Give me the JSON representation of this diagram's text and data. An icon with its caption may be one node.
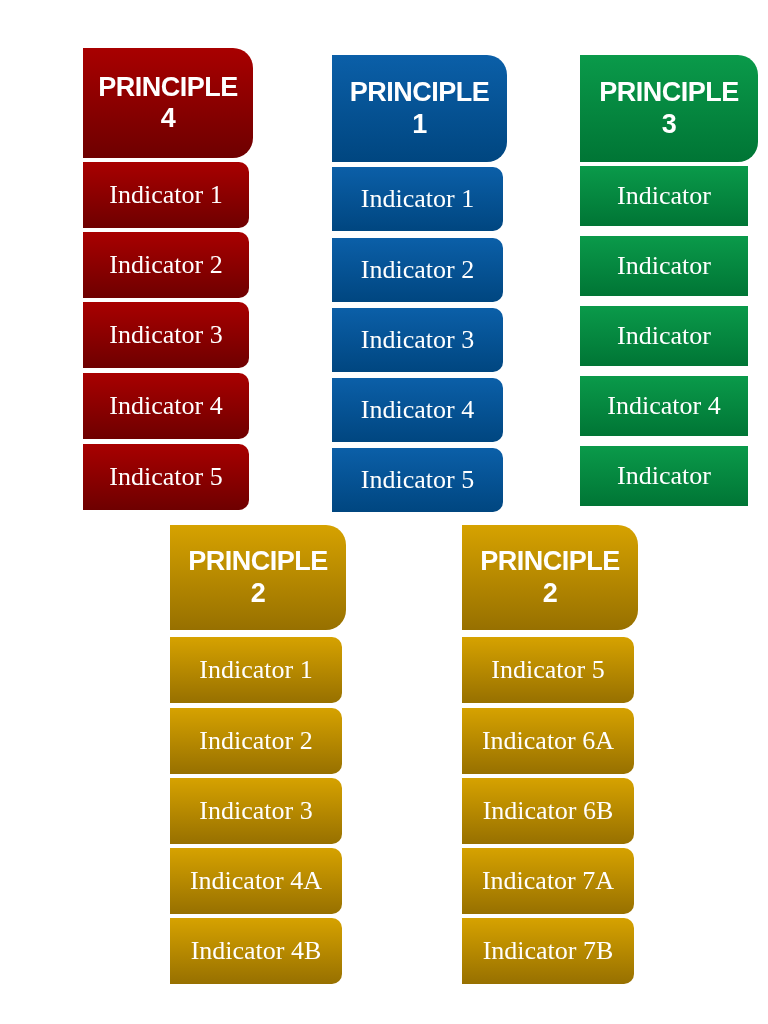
{
  "diagram": {
    "nodes": [
      {
        "text": [
          "PRINCIPLE 4"
        ]
      },
      {
        "text": [
          "Indicator 1"
        ]
      },
      {
        "text": [
          "Indicator 2"
        ]
      },
      {
        "text": [
          "Indicator 3"
        ]
      },
      {
        "text": [
          "Indicator 4"
        ]
      },
      {
        "text": [
          "Indicator 5"
        ]
      },
      {
        "text": [
          "PRINCIPLE 1"
        ]
      },
      {
        "text": [
          "Indicator 1"
        ]
      },
      {
        "text": [
          "Indicator 2"
        ]
      },
      {
        "text": [
          "Indicator 3"
        ]
      },
      {
        "text": [
          "Indicator 4"
        ]
      },
      {
        "text": [
          "Indicator 5"
        ]
      },
      {
        "text": [
          "PRINCIPLE 3"
        ]
      },
      {
        "text": [
          "Indicator"
        ]
      },
      {
        "text": [
          "Indicator"
        ]
      },
      {
        "text": [
          "Indicator"
        ]
      },
      {
        "text": [
          "Indicator 4"
        ]
      },
      {
        "text": [
          "Indicator"
        ]
      },
      {
        "text": [
          "PRINCIPLE 2"
        ]
      },
      {
        "text": [
          "Indicator 1"
        ]
      },
      {
        "text": [
          "Indicator 2"
        ]
      },
      {
        "text": [
          "Indicator 3"
        ]
      },
      {
        "text": [
          "Indicator 4A"
        ]
      },
      {
        "text": [
          "Indicator 4B"
        ]
      },
      {
        "text": [
          "PRINCIPLE 2"
        ]
      },
      {
        "text": [
          "Indicator 5"
        ]
      },
      {
        "text": [
          "Indicator 6A"
        ]
      },
      {
        "text": [
          "Indicator 6B"
        ]
      },
      {
        "text": [
          "Indicator 7A"
        ]
      },
      {
        "text": [
          "Indicator 7B"
        ]
      }
    ]
  }
}
